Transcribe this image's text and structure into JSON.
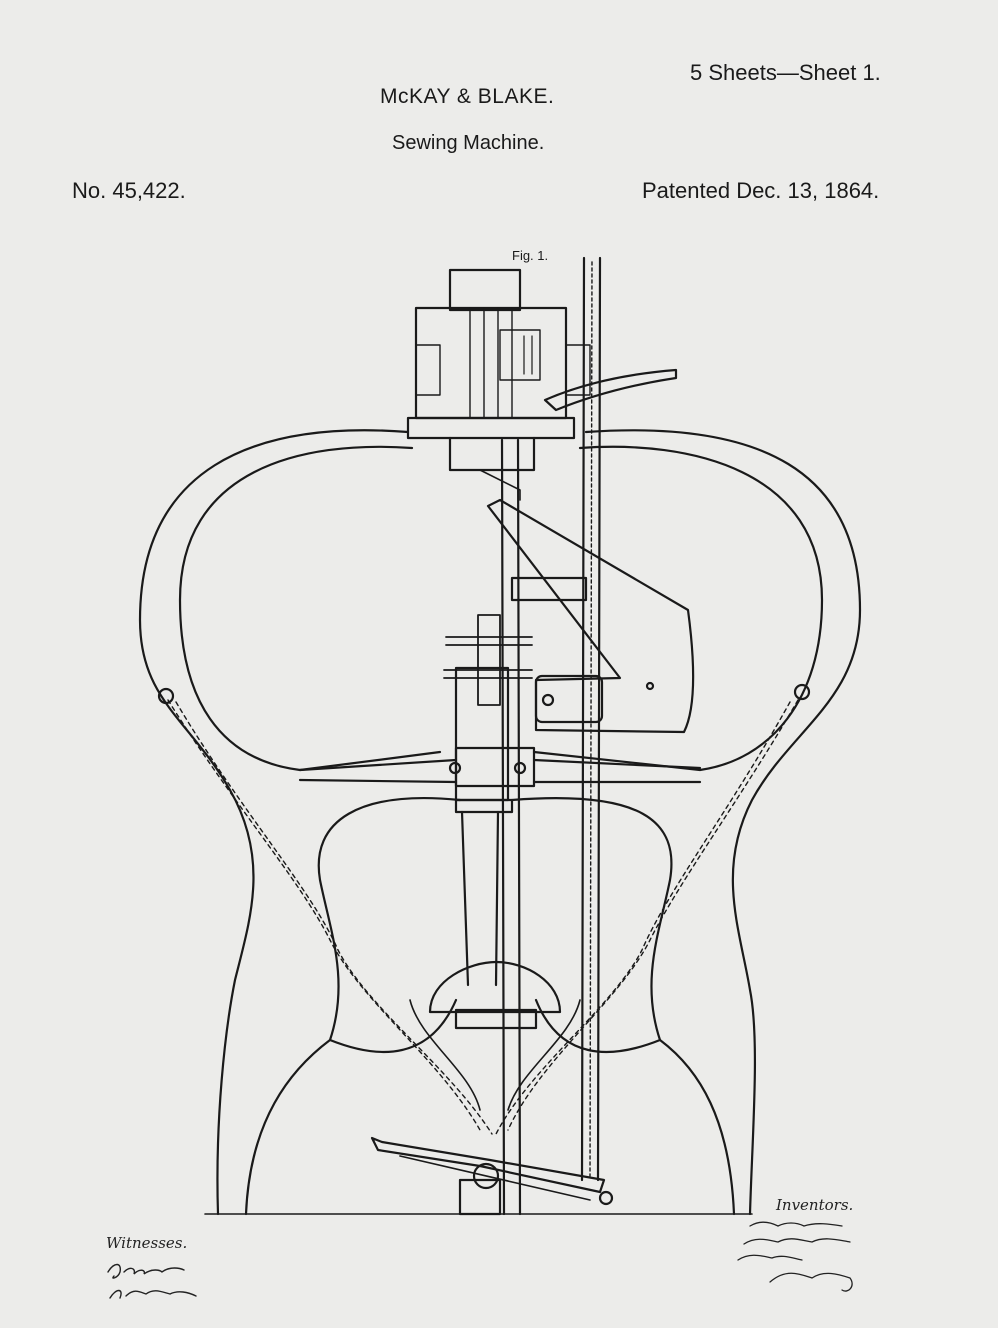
{
  "header": {
    "sheet_label": "5 Sheets—Sheet 1.",
    "inventors_names": "McKAY & BLAKE.",
    "title": "Sewing Machine.",
    "patent_number": "No. 45,422.",
    "patent_date": "Patented Dec. 13, 1864."
  },
  "figure": {
    "label": "Fig. 1."
  },
  "footer": {
    "witnesses_label": "Witnesses.",
    "inventors_label": "Inventors."
  },
  "colors": {
    "paper": "#ececea",
    "ink": "#1a1a1a"
  }
}
